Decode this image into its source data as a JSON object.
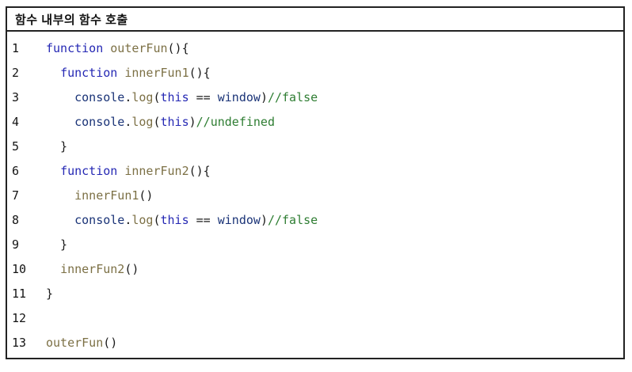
{
  "panel": {
    "title": "함수 내부의 함수 호출"
  },
  "colors": {
    "keyword": "#2528b4",
    "function_name": "#7c7045",
    "variable": "#1a3377",
    "comment": "#2e7d32",
    "plain": "#1a1a1a",
    "line_number": "#141414",
    "border": "#222222",
    "background": "#ffffff"
  },
  "code": {
    "language": "javascript",
    "lines": [
      {
        "num": "1",
        "tokens": [
          {
            "text": "function",
            "type": "keyword"
          },
          {
            "text": " ",
            "type": "plain"
          },
          {
            "text": "outerFun",
            "type": "function_name"
          },
          {
            "text": "(){",
            "type": "plain"
          }
        ]
      },
      {
        "num": "2",
        "tokens": [
          {
            "text": "  ",
            "type": "plain"
          },
          {
            "text": "function",
            "type": "keyword"
          },
          {
            "text": " ",
            "type": "plain"
          },
          {
            "text": "innerFun1",
            "type": "function_name"
          },
          {
            "text": "(){",
            "type": "plain"
          }
        ]
      },
      {
        "num": "3",
        "tokens": [
          {
            "text": "    ",
            "type": "plain"
          },
          {
            "text": "console",
            "type": "variable"
          },
          {
            "text": ".",
            "type": "plain"
          },
          {
            "text": "log",
            "type": "function_name"
          },
          {
            "text": "(",
            "type": "plain"
          },
          {
            "text": "this",
            "type": "keyword"
          },
          {
            "text": " == ",
            "type": "plain"
          },
          {
            "text": "window",
            "type": "variable"
          },
          {
            "text": ")",
            "type": "plain"
          },
          {
            "text": "//false",
            "type": "comment"
          }
        ]
      },
      {
        "num": "4",
        "tokens": [
          {
            "text": "    ",
            "type": "plain"
          },
          {
            "text": "console",
            "type": "variable"
          },
          {
            "text": ".",
            "type": "plain"
          },
          {
            "text": "log",
            "type": "function_name"
          },
          {
            "text": "(",
            "type": "plain"
          },
          {
            "text": "this",
            "type": "keyword"
          },
          {
            "text": ")",
            "type": "plain"
          },
          {
            "text": "//undefined",
            "type": "comment"
          }
        ]
      },
      {
        "num": "5",
        "tokens": [
          {
            "text": "  }",
            "type": "plain"
          }
        ]
      },
      {
        "num": "6",
        "tokens": [
          {
            "text": "  ",
            "type": "plain"
          },
          {
            "text": "function",
            "type": "keyword"
          },
          {
            "text": " ",
            "type": "plain"
          },
          {
            "text": "innerFun2",
            "type": "function_name"
          },
          {
            "text": "(){",
            "type": "plain"
          }
        ]
      },
      {
        "num": "7",
        "tokens": [
          {
            "text": "    ",
            "type": "plain"
          },
          {
            "text": "innerFun1",
            "type": "function_name"
          },
          {
            "text": "()",
            "type": "plain"
          }
        ]
      },
      {
        "num": "8",
        "tokens": [
          {
            "text": "    ",
            "type": "plain"
          },
          {
            "text": "console",
            "type": "variable"
          },
          {
            "text": ".",
            "type": "plain"
          },
          {
            "text": "log",
            "type": "function_name"
          },
          {
            "text": "(",
            "type": "plain"
          },
          {
            "text": "this",
            "type": "keyword"
          },
          {
            "text": " == ",
            "type": "plain"
          },
          {
            "text": "window",
            "type": "variable"
          },
          {
            "text": ")",
            "type": "plain"
          },
          {
            "text": "//false",
            "type": "comment"
          }
        ]
      },
      {
        "num": "9",
        "tokens": [
          {
            "text": "  }",
            "type": "plain"
          }
        ]
      },
      {
        "num": "10",
        "tokens": [
          {
            "text": "  ",
            "type": "plain"
          },
          {
            "text": "innerFun2",
            "type": "function_name"
          },
          {
            "text": "()",
            "type": "plain"
          }
        ]
      },
      {
        "num": "11",
        "tokens": [
          {
            "text": "}",
            "type": "plain"
          }
        ]
      },
      {
        "num": "12",
        "tokens": []
      },
      {
        "num": "13",
        "tokens": [
          {
            "text": "outerFun",
            "type": "function_name"
          },
          {
            "text": "()",
            "type": "plain"
          }
        ]
      }
    ]
  }
}
